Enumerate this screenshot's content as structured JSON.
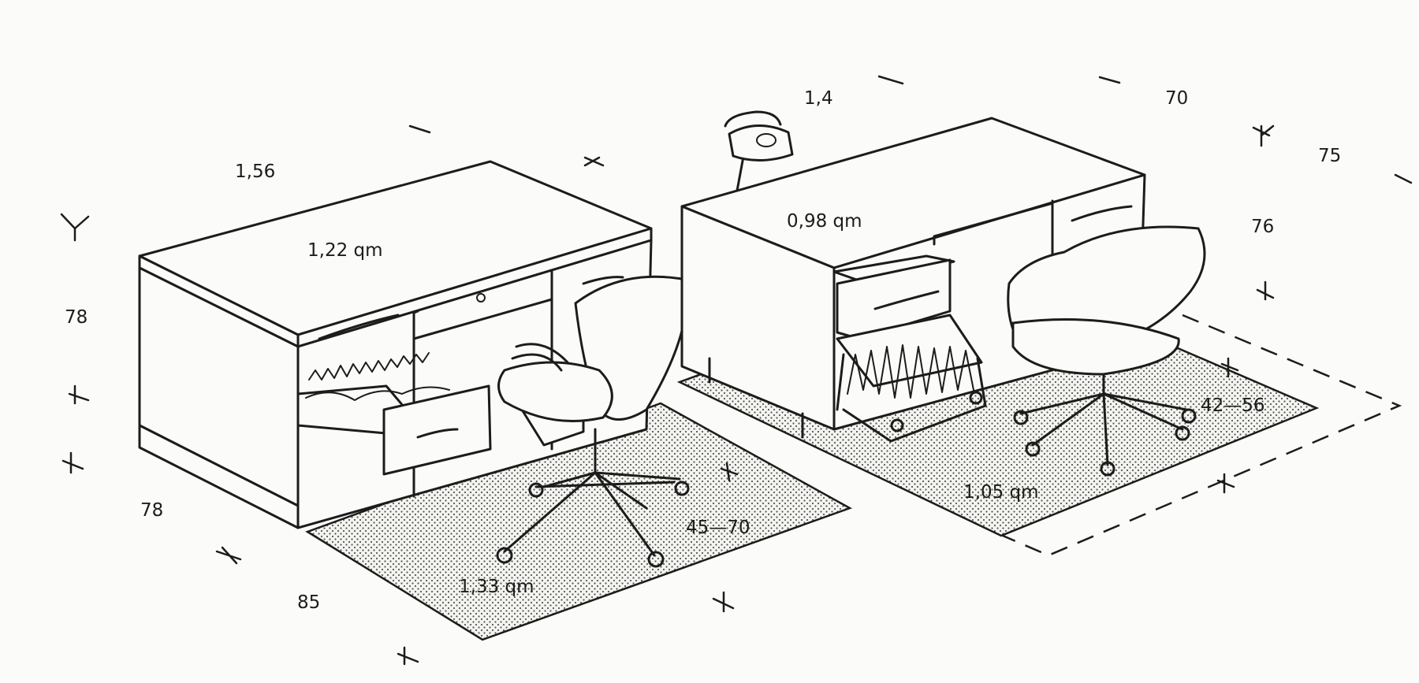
{
  "labels": {
    "left_desk_width": "1,56",
    "left_desk_top_area": "1,22 qm",
    "left_desk_height": "78",
    "left_desk_depth": "78",
    "left_floor_depth": "85",
    "left_chair_range": "45—70",
    "left_floor_area": "1,33 qm",
    "right_desk_width": "1,4",
    "right_desk_depth": "70",
    "right_clearance": "75",
    "right_desk_top_area": "0,98 qm",
    "right_desk_height": "76",
    "right_chair_range": "42—56",
    "right_floor_area": "1,05 qm"
  },
  "colors": {
    "ink": "#1c1c1c",
    "paper": "#fbfbf9"
  }
}
